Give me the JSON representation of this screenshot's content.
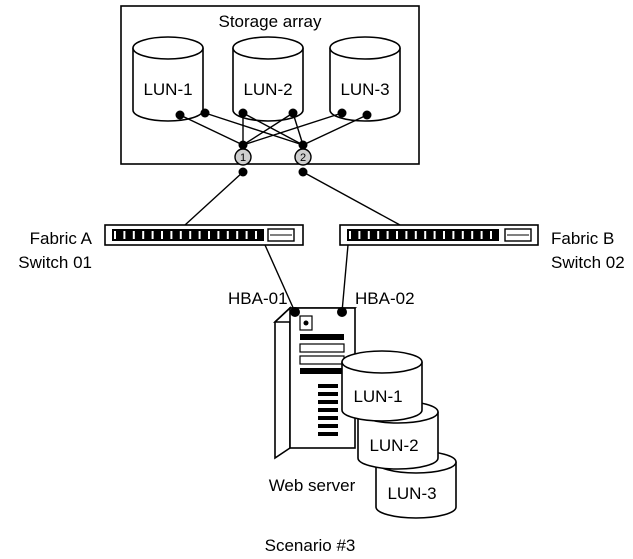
{
  "storage_array": {
    "title": "Storage array",
    "luns": [
      "LUN-1",
      "LUN-2",
      "LUN-3"
    ],
    "ports": [
      "1",
      "2"
    ]
  },
  "switches": {
    "a": {
      "line1": "Fabric A",
      "line2": "Switch 01"
    },
    "b": {
      "line1": "Fabric B",
      "line2": "Switch 02"
    }
  },
  "hbas": [
    "HBA-01",
    "HBA-02"
  ],
  "server": {
    "label": "Web server",
    "luns": [
      "LUN-1",
      "LUN-2",
      "LUN-3"
    ]
  },
  "caption": "Scenario #3"
}
